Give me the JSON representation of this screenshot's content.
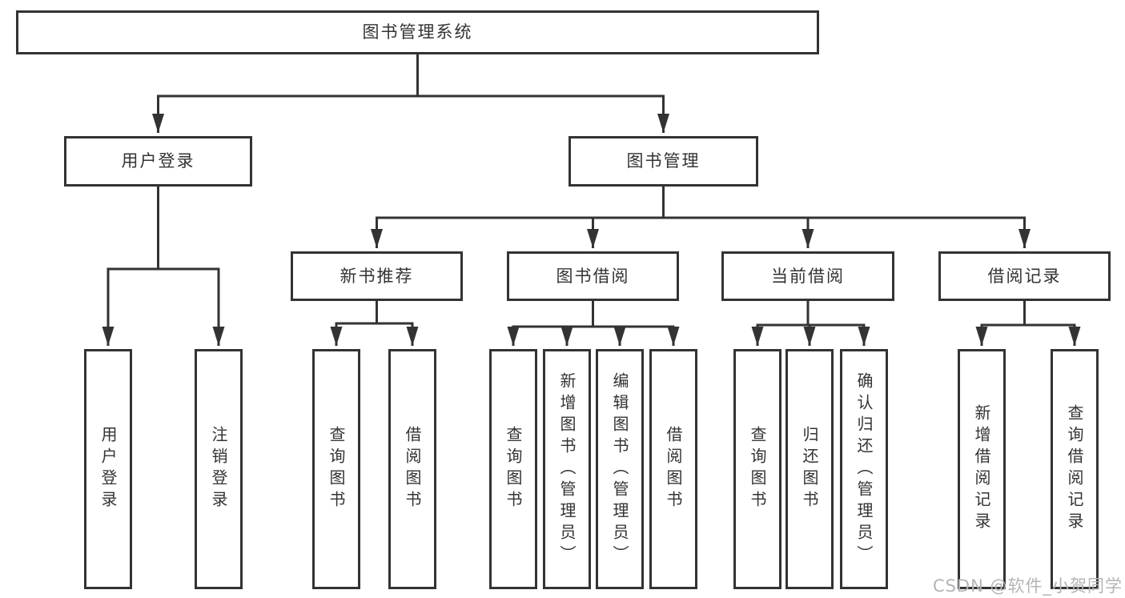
{
  "colors": {
    "background": "#ffffff",
    "line": "#333333",
    "box_border": "#333333",
    "text": "#333333",
    "watermark": "#b4b4b8"
  },
  "tree": {
    "root": {
      "label": "图书管理系统"
    },
    "children": [
      {
        "label": "用户登录",
        "children": [
          {
            "label": "用户登录"
          },
          {
            "label": "注销登录"
          }
        ]
      },
      {
        "label": "图书管理",
        "children": [
          {
            "label": "新书推荐",
            "children": [
              {
                "label": "查询图书"
              },
              {
                "label": "借阅图书"
              }
            ]
          },
          {
            "label": "图书借阅",
            "children": [
              {
                "label": "查询图书"
              },
              {
                "label": "新增图书（管理员）"
              },
              {
                "label": "编辑图书（管理员）"
              },
              {
                "label": "借阅图书"
              }
            ]
          },
          {
            "label": "当前借阅",
            "children": [
              {
                "label": "查询图书"
              },
              {
                "label": "归还图书"
              },
              {
                "label": "确认归还（管理员）"
              }
            ]
          },
          {
            "label": "借阅记录",
            "children": [
              {
                "label": "新增借阅记录"
              },
              {
                "label": "查询借阅记录"
              }
            ]
          }
        ]
      }
    ]
  },
  "watermark": {
    "text": "CSDN @软件_小贺同学"
  }
}
